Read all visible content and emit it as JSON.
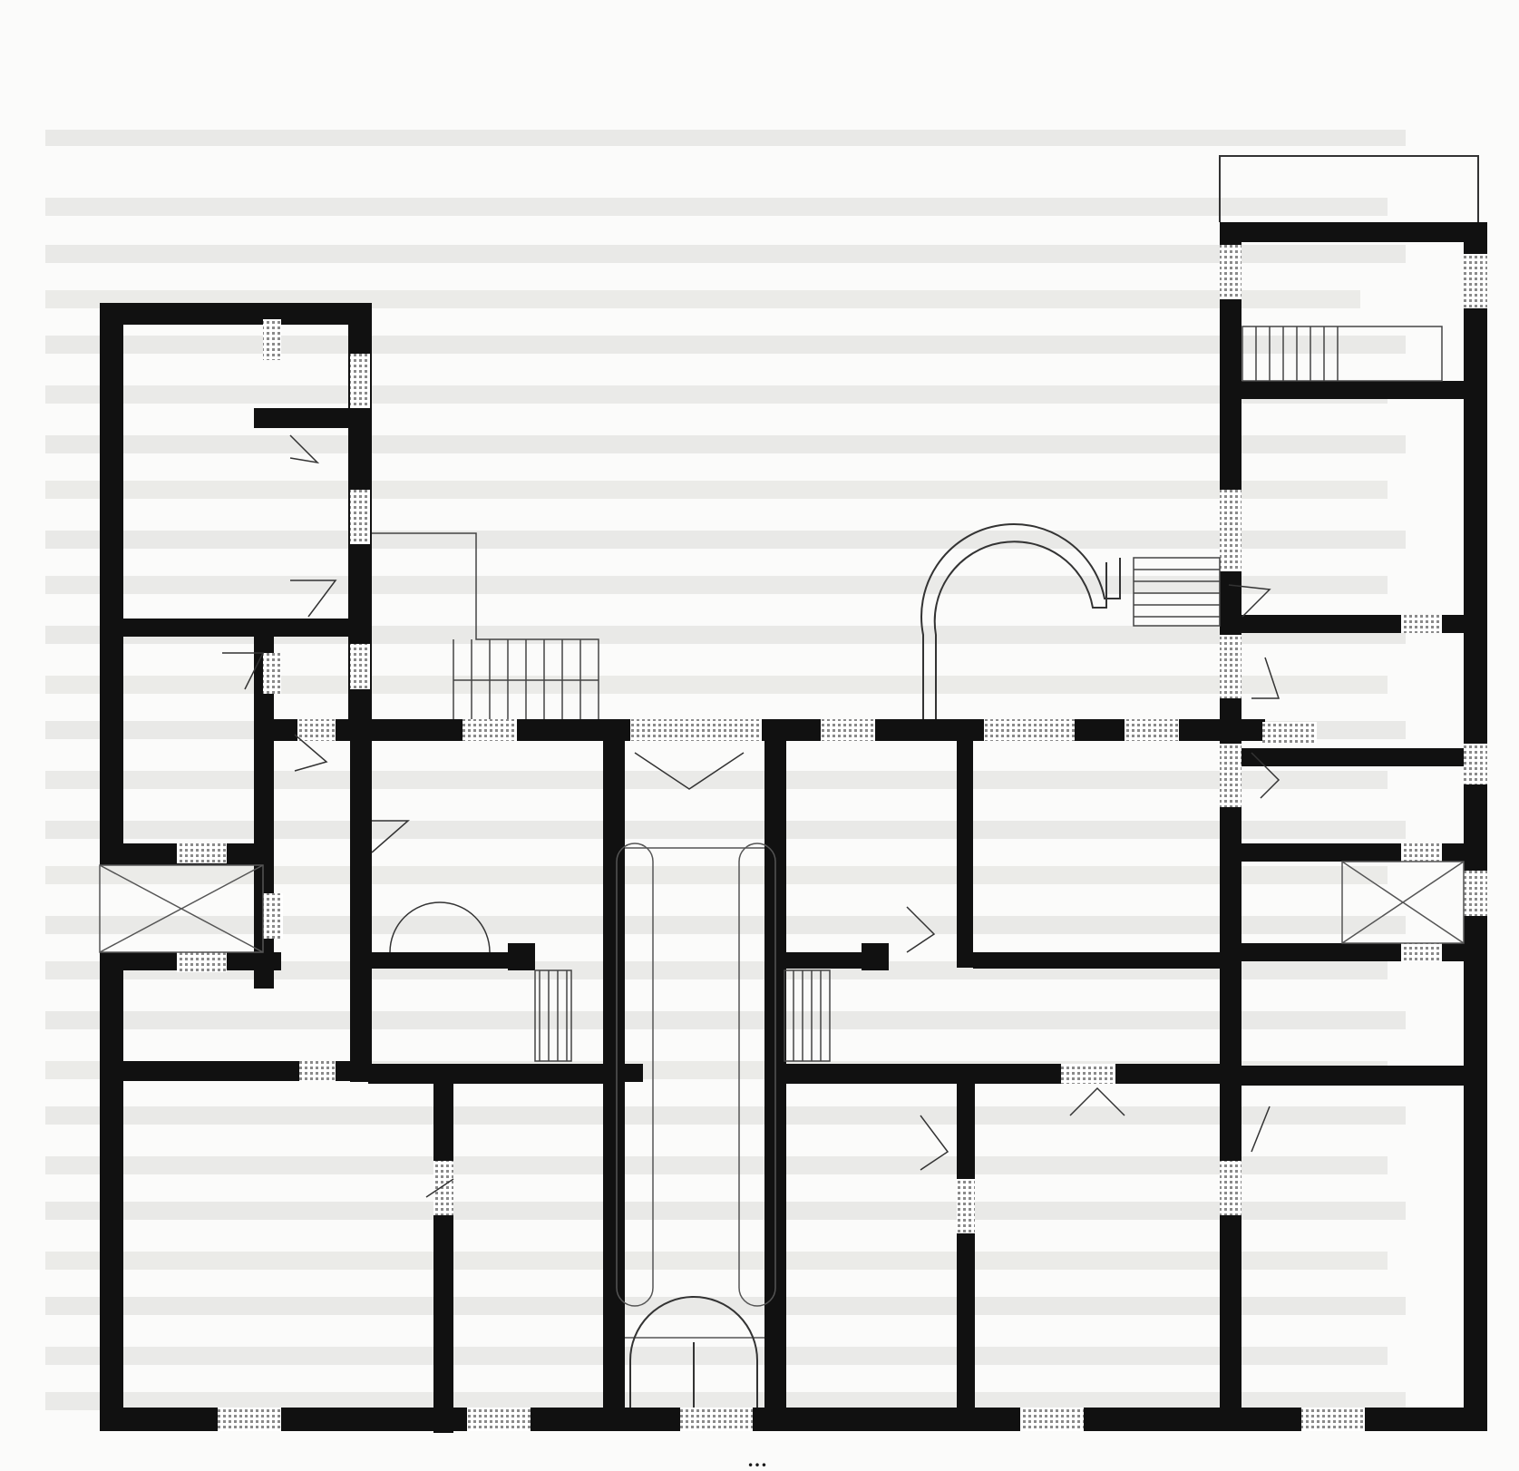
{
  "caption": "…",
  "colors": {
    "wall": "#111111",
    "hatch": "#9a9a9a",
    "background": "#fbfbfa",
    "bleed_text": "#d9d9d6"
  },
  "figure": {
    "kind": "architectural floor plan",
    "features": [
      "stair-left",
      "stair-right",
      "curved-vestibule",
      "entrance-gate",
      "arcade-passage"
    ]
  }
}
